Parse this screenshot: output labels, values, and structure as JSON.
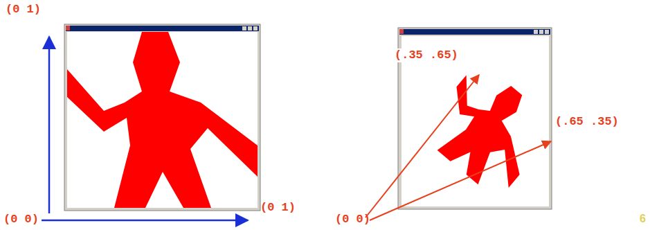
{
  "diagram": {
    "labels": [
      "(0 1)",
      "(0 0)",
      "(0 1)",
      "(.35 .65)",
      "(.65 .35)",
      "(0 0)",
      "6"
    ]
  }
}
